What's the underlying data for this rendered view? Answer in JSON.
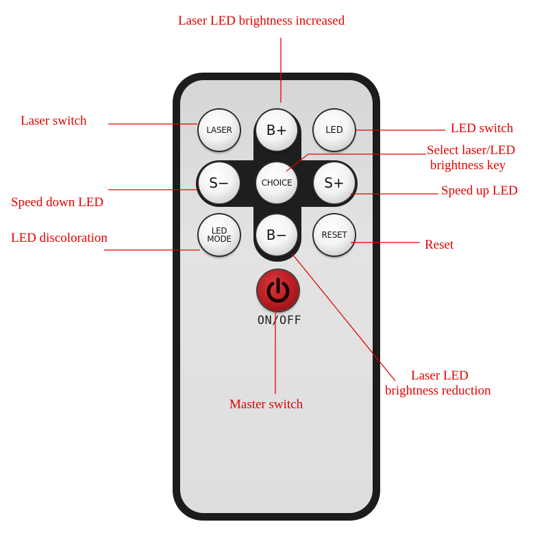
{
  "colors": {
    "annotation": "#e30000",
    "remote_body": "#1c1c1c",
    "power_button": "#b81b20"
  },
  "buttons": {
    "laser": "LASER",
    "b_plus": "B+",
    "led": "LED",
    "s_minus": "S−",
    "choice": "CHOICE",
    "s_plus": "S+",
    "led_mode": "LED\nMODE",
    "b_minus": "B−",
    "reset": "RESET",
    "power_icon": "power-icon",
    "on_off": "ON/OFF"
  },
  "annotations": {
    "laser_brightness_increased": "Laser LED brightness increased",
    "laser_switch": "Laser switch",
    "led_switch": "LED switch",
    "select_key_line1": "Select laser/LED",
    "select_key_line2": "brightness key",
    "speed_down": "Speed down  LED",
    "speed_up": "Speed up LED",
    "led_discoloration": "LED discoloration",
    "reset": "Reset",
    "brightness_reduction_line1": "Laser LED",
    "brightness_reduction_line2": "brightness reduction",
    "master_switch": "Master switch"
  }
}
